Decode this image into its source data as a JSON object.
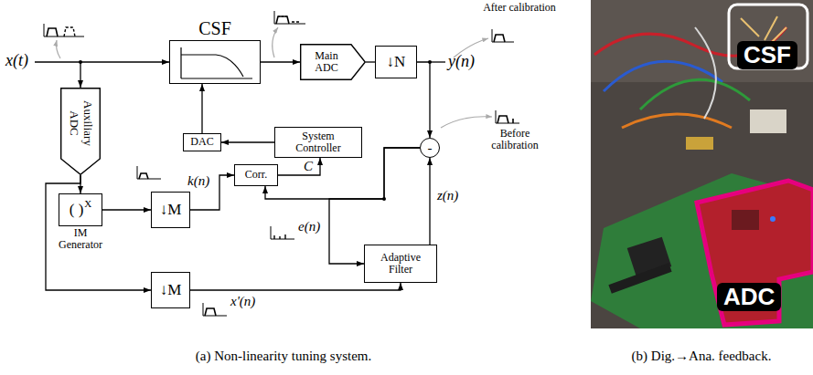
{
  "diagram": {
    "nodes": [
      {
        "text": [
          "CSF"
        ]
      },
      {
        "text": [
          "Main ADC"
        ]
      },
      {
        "text": [
          "↓N"
        ]
      },
      {
        "text": [
          "DAC"
        ]
      },
      {
        "text": [
          "System Controller"
        ]
      },
      {
        "text": [
          "Auxiliary ADC"
        ]
      },
      {
        "text": [
          "Corr."
        ]
      },
      {
        "text": [
          "-"
        ]
      },
      {
        "text": [
          "( )",
          "X",
          "IM Generator"
        ]
      },
      {
        "text": [
          "↓M"
        ]
      },
      {
        "text": [
          "Adaptive Filter"
        ]
      },
      {
        "text": [
          "↓M"
        ]
      }
    ],
    "edges": [
      {
        "from": 0,
        "to": 1,
        "arrow": "to"
      },
      {
        "from": 1,
        "to": 2,
        "arrow": "none"
      },
      {
        "from": 3,
        "to": 0,
        "arrow": "to"
      },
      {
        "from": 4,
        "to": 3,
        "arrow": "to"
      },
      {
        "from": 6,
        "to": 4,
        "label": "C",
        "arrow": "to"
      },
      {
        "from": 5,
        "to": 8,
        "arrow": "to"
      },
      {
        "from": 5,
        "to": 11,
        "arrow": "to"
      },
      {
        "from": 8,
        "to": 9,
        "arrow": "to"
      },
      {
        "from": 9,
        "to": 6,
        "arrow": "to"
      },
      {
        "from": 2,
        "to": 7,
        "arrow": "to"
      },
      {
        "from": 10,
        "to": 7,
        "label": "z(n)",
        "arrow": "to"
      },
      {
        "from": 7,
        "to": 6,
        "arrow": "to"
      },
      {
        "from": 7,
        "to": 10,
        "label": "e(n)",
        "arrow": "to"
      },
      {
        "from": 11,
        "to": 10,
        "arrow": "to"
      }
    ],
    "labels": [
      "x(t)",
      "After calibration",
      "y(n)",
      "Before calibration",
      "k(n)",
      "x'(n)",
      "CSF",
      "ADC",
      "(a) Non-linearity tuning system.",
      "(b) Dig.→Ana. feedback."
    ]
  }
}
